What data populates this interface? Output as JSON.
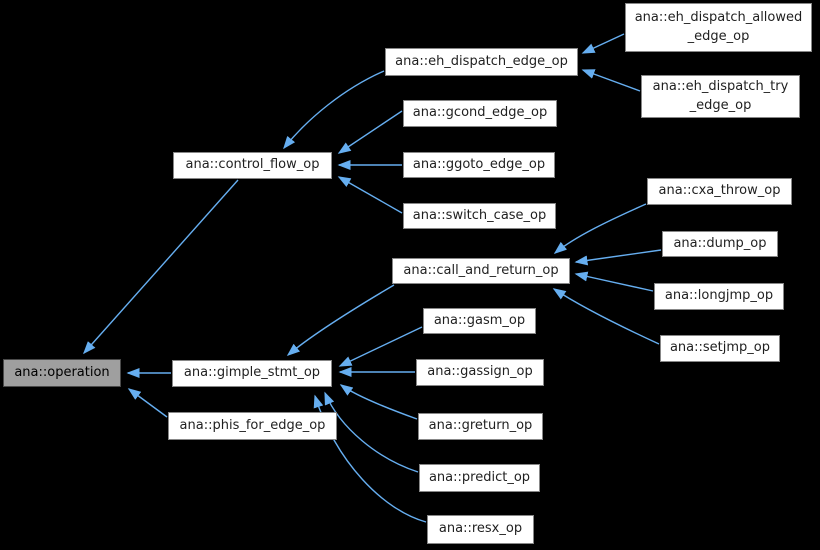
{
  "diagram": {
    "kind": "class-inheritance-graph",
    "background_color": "#000000",
    "arrow_color": "#66aef0",
    "node_fill_color": "#ffffff",
    "node_border_color": "#878787",
    "node_text_color": "#1f1f1f",
    "highlight_fill_color": "#9f9f9f",
    "highlight_border_color": "#4a4a4a",
    "nodes": [
      {
        "id": "operation",
        "label": "ana::operation",
        "highlighted": true
      },
      {
        "id": "control_flow_op",
        "label": "ana::control_flow_op",
        "highlighted": false
      },
      {
        "id": "gimple_stmt_op",
        "label": "ana::gimple_stmt_op",
        "highlighted": false
      },
      {
        "id": "phis_for_edge_op",
        "label": "ana::phis_for_edge_op",
        "highlighted": false
      },
      {
        "id": "eh_dispatch_edge_op",
        "label": "ana::eh_dispatch_edge_op",
        "highlighted": false
      },
      {
        "id": "gcond_edge_op",
        "label": "ana::gcond_edge_op",
        "highlighted": false
      },
      {
        "id": "ggoto_edge_op",
        "label": "ana::ggoto_edge_op",
        "highlighted": false
      },
      {
        "id": "switch_case_op",
        "label": "ana::switch_case_op",
        "highlighted": false
      },
      {
        "id": "call_and_return_op",
        "label": "ana::call_and_return_op",
        "highlighted": false
      },
      {
        "id": "gasm_op",
        "label": "ana::gasm_op",
        "highlighted": false
      },
      {
        "id": "gassign_op",
        "label": "ana::gassign_op",
        "highlighted": false
      },
      {
        "id": "greturn_op",
        "label": "ana::greturn_op",
        "highlighted": false
      },
      {
        "id": "predict_op",
        "label": "ana::predict_op",
        "highlighted": false
      },
      {
        "id": "resx_op",
        "label": "ana::resx_op",
        "highlighted": false
      },
      {
        "id": "eh_dispatch_allowed_edge_op",
        "label": "ana::eh_dispatch_allowed\n_edge_op",
        "highlighted": false
      },
      {
        "id": "eh_dispatch_try_edge_op",
        "label": "ana::eh_dispatch_try\n_edge_op",
        "highlighted": false
      },
      {
        "id": "cxa_throw_op",
        "label": "ana::cxa_throw_op",
        "highlighted": false
      },
      {
        "id": "dump_op",
        "label": "ana::dump_op",
        "highlighted": false
      },
      {
        "id": "longjmp_op",
        "label": "ana::longjmp_op",
        "highlighted": false
      },
      {
        "id": "setjmp_op",
        "label": "ana::setjmp_op",
        "highlighted": false
      }
    ],
    "edges": [
      {
        "from": "control_flow_op",
        "to": "operation"
      },
      {
        "from": "gimple_stmt_op",
        "to": "operation"
      },
      {
        "from": "phis_for_edge_op",
        "to": "operation"
      },
      {
        "from": "eh_dispatch_edge_op",
        "to": "control_flow_op"
      },
      {
        "from": "gcond_edge_op",
        "to": "control_flow_op"
      },
      {
        "from": "ggoto_edge_op",
        "to": "control_flow_op"
      },
      {
        "from": "switch_case_op",
        "to": "control_flow_op"
      },
      {
        "from": "eh_dispatch_allowed_edge_op",
        "to": "eh_dispatch_edge_op"
      },
      {
        "from": "eh_dispatch_try_edge_op",
        "to": "eh_dispatch_edge_op"
      },
      {
        "from": "cxa_throw_op",
        "to": "call_and_return_op"
      },
      {
        "from": "dump_op",
        "to": "call_and_return_op"
      },
      {
        "from": "longjmp_op",
        "to": "call_and_return_op"
      },
      {
        "from": "setjmp_op",
        "to": "call_and_return_op"
      },
      {
        "from": "call_and_return_op",
        "to": "gimple_stmt_op"
      },
      {
        "from": "gasm_op",
        "to": "gimple_stmt_op"
      },
      {
        "from": "gassign_op",
        "to": "gimple_stmt_op"
      },
      {
        "from": "greturn_op",
        "to": "gimple_stmt_op"
      },
      {
        "from": "predict_op",
        "to": "gimple_stmt_op"
      },
      {
        "from": "resx_op",
        "to": "gimple_stmt_op"
      }
    ]
  }
}
